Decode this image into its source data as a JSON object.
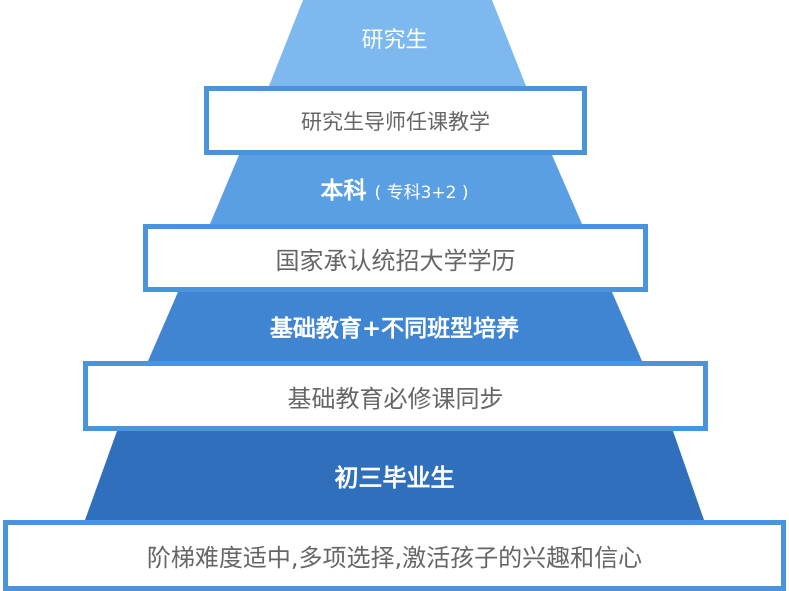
{
  "colors": {
    "tier1": "#7db8ee",
    "tier2": "#5a9fe3",
    "tier3": "#3f85d2",
    "tier4": "#2f6fbc",
    "box_border": "#4a93dd",
    "box_text": "#666666"
  },
  "tiers": [
    {
      "title": "研究生",
      "title_sub": "",
      "box_text": "研究生导师任课教学"
    },
    {
      "title": "本科",
      "title_sub": "( 专科3+2 )",
      "box_text": "国家承认统招大学学历"
    },
    {
      "title": "基础教育+不同班型培养",
      "title_sub": "",
      "box_text": "基础教育必修课同步"
    },
    {
      "title": "初三毕业生",
      "title_sub": "",
      "box_text": "阶梯难度适中,多项选择,激活孩子的兴趣和信心"
    }
  ]
}
